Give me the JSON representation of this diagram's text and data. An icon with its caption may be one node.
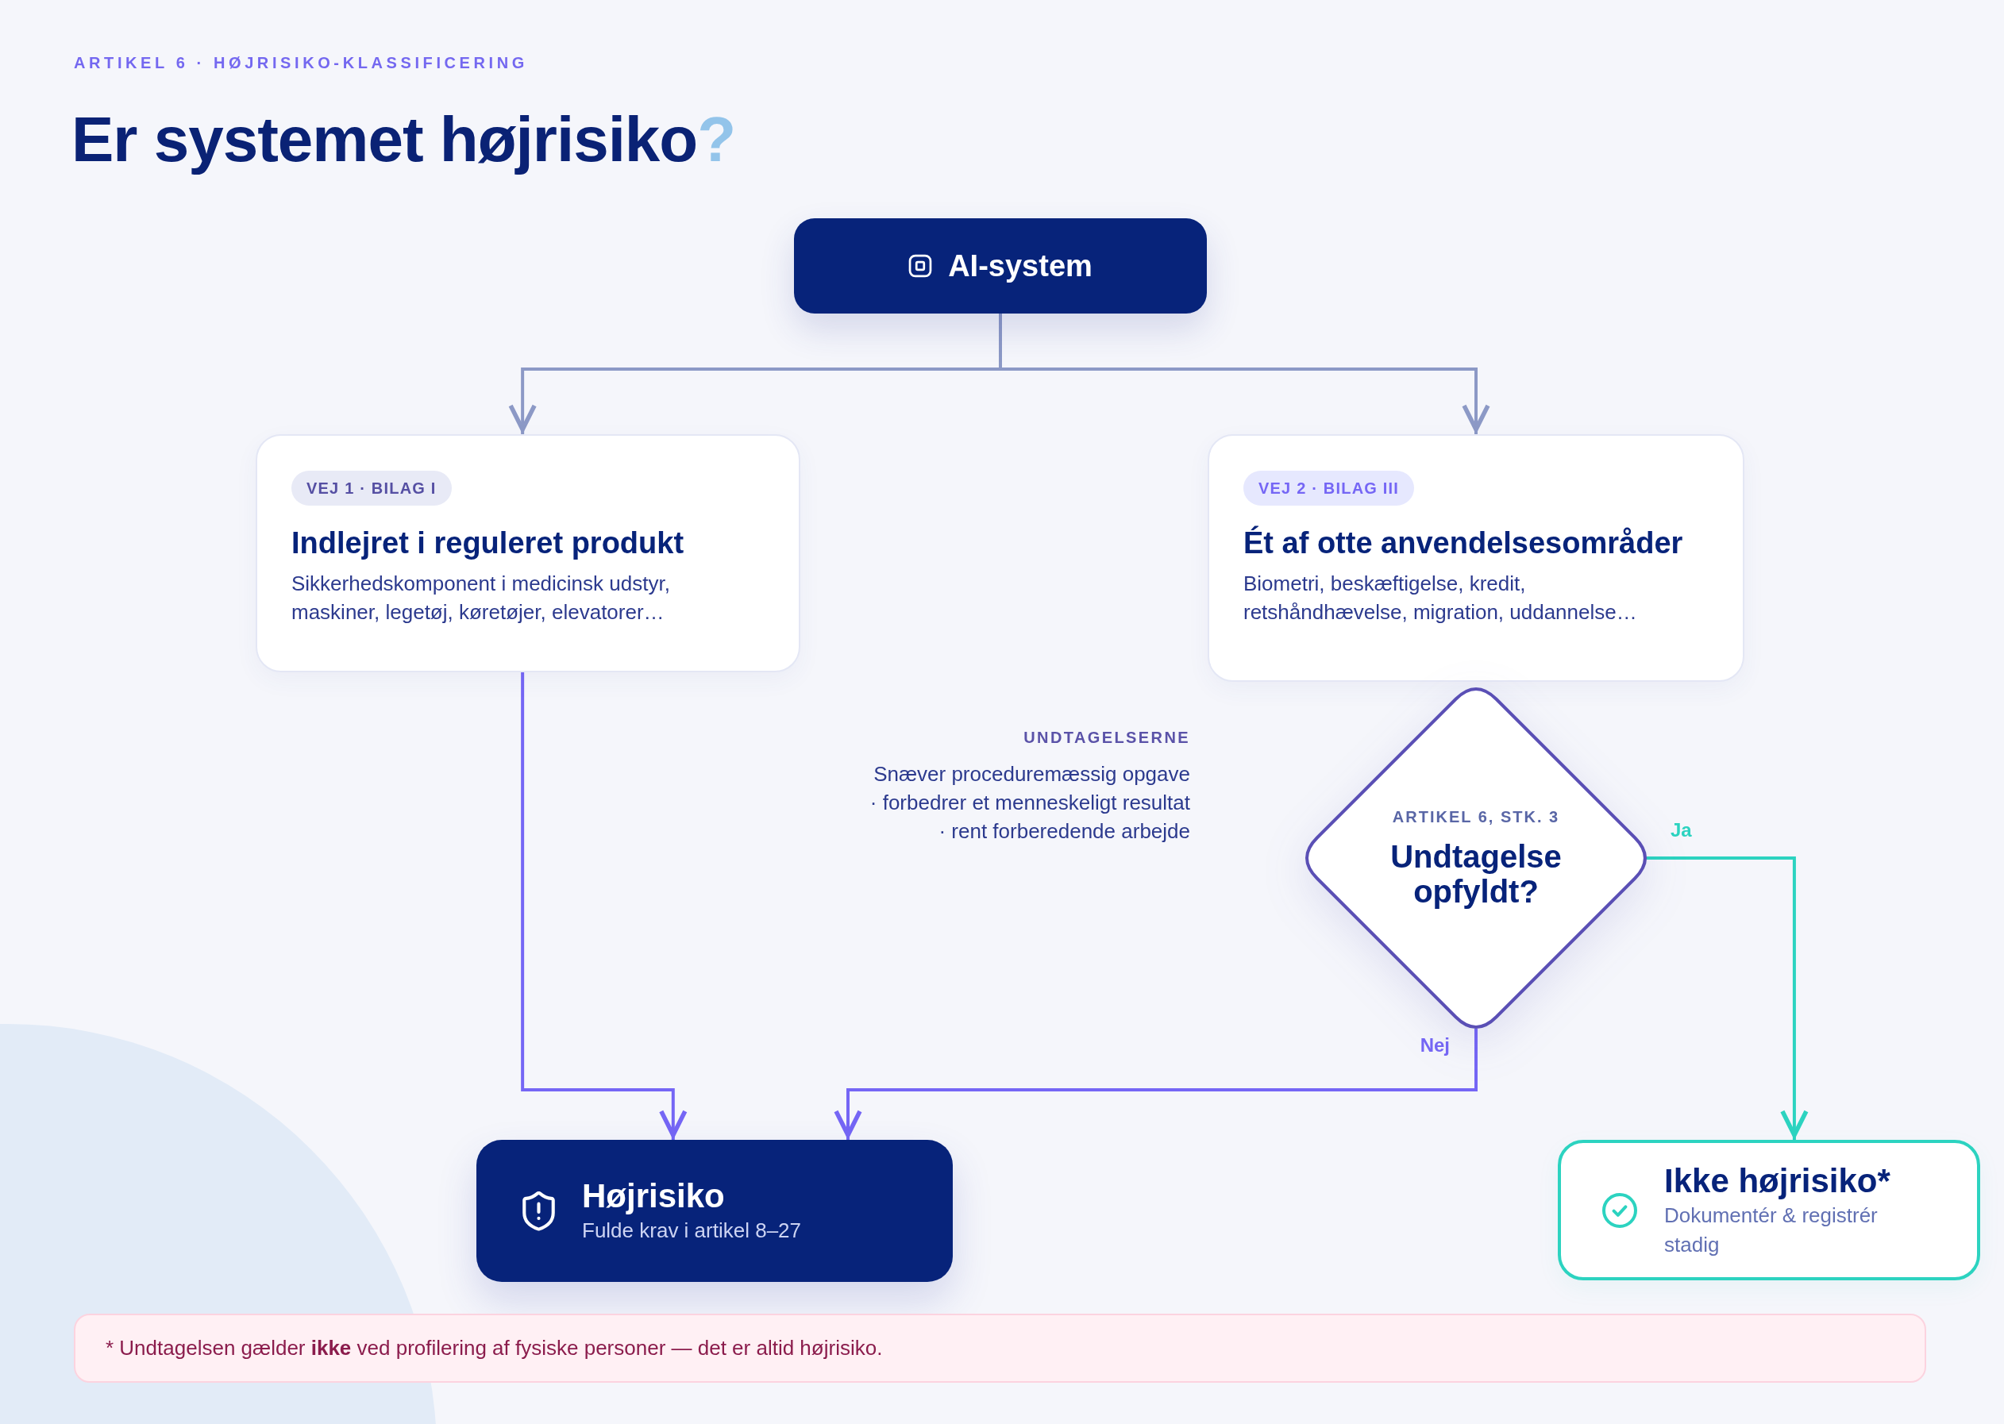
{
  "diagram": {
    "title": "Er systemet højrisiko?",
    "nodes": [
      {
        "text": [
          "AI-system"
        ]
      },
      {
        "text": [
          "VEJ 1 · BILAG I",
          "Indlejret i reguleret produkt",
          "Sikkerhedskomponent i medicinsk udstyr, maskiner, legetøj, køretøjer, elevatorer…"
        ]
      },
      {
        "text": [
          "VEJ 2 · BILAG III",
          "Ét af otte anvendelsesområder",
          "Biometri, beskæftigelse, kredit, retshåndhævelse, migration, uddannelse…"
        ]
      },
      {
        "text": [
          "ARTIKEL 6, STK. 3",
          "Undtagelse opfyldt?"
        ]
      },
      {
        "text": [
          "Højrisiko",
          "Fulde krav i artikel 8–27"
        ]
      },
      {
        "text": [
          "Ikke højrisiko*",
          "Dokumentér & registrér stadig"
        ]
      },
      {
        "text": [
          "* Undtagelsen gælder **ikke** ved profilering af fysiske personer — det er altid højrisiko."
        ]
      }
    ],
    "edges": [
      {
        "from": 0,
        "to": 1,
        "arrow": "to",
        "color": "#8c99c6"
      },
      {
        "from": 0,
        "to": 2,
        "arrow": "to",
        "color": "#8c99c6"
      },
      {
        "from": 1,
        "to": 4,
        "arrow": "to",
        "color": "#7566f5"
      },
      {
        "from": 3,
        "to": 4,
        "arrow": "to",
        "label": "Nej",
        "color": "#7566f5"
      },
      {
        "from": 3,
        "to": 5,
        "arrow": "to",
        "label": "Ja",
        "color": "#2cd3c0"
      }
    ],
    "labels": [
      "ARTIKEL 6 · HØJRISIKO-KLASSIFICERING",
      "UNDTAGELSERNE",
      "Snæver proceduremæssig opgave",
      "· forbedrer et menneskeligt resultat",
      "· rent forberedende arbejde"
    ]
  }
}
